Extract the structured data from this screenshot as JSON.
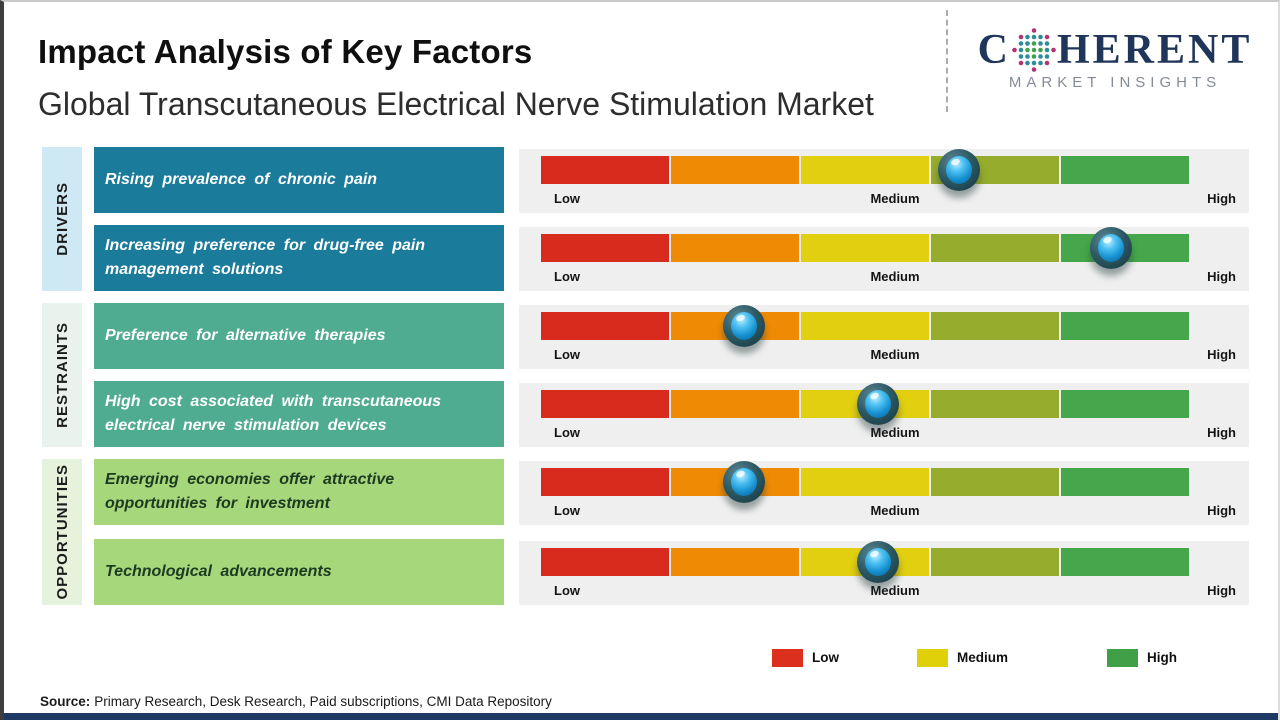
{
  "page": {
    "title": "Impact Analysis of Key Factors",
    "subtitle": "Global Transcutaneous Electrical Nerve Stimulation Market",
    "source_label": "Source:",
    "source_text": "Primary Research, Desk Research, Paid subscriptions, CMI Data Repository"
  },
  "logo": {
    "name": "Coherent Market Insights",
    "word_start": "C",
    "word_end": "HERENT",
    "tagline": "MARKET INSIGHTS",
    "navy": "#20355a",
    "tagline_color": "#858b97",
    "globe_colors": {
      "inner": "#41a14e",
      "mid": "#2e8b98",
      "outer": "#b13471"
    }
  },
  "scale": {
    "low": "Low",
    "medium": "Medium",
    "high": "High"
  },
  "bar": {
    "segment_colors": [
      "#d92b1d",
      "#ef8a04",
      "#e1cf10",
      "#96ac2c",
      "#45a64b"
    ],
    "track_bg": "#efefef"
  },
  "groups": [
    {
      "label": "DRIVERS",
      "bg": "#cfe9f4"
    },
    {
      "label": "RESTRAINTS",
      "bg": "#e9f2ec"
    },
    {
      "label": "OPPORTUNITIES",
      "bg": "#e6f2db"
    }
  ],
  "rows": [
    {
      "group": "DRIVERS",
      "factor": "Rising prevalence of chronic pain",
      "box_bg": "#1a7b9b",
      "text_color": "#ffffff",
      "position_pct": 64.5
    },
    {
      "group": "DRIVERS",
      "factor": "Increasing preference for drug-free pain management solutions",
      "box_bg": "#1a7b9b",
      "text_color": "#ffffff",
      "position_pct": 88
    },
    {
      "group": "RESTRAINTS",
      "factor": "Preference for alternative therapies",
      "box_bg": "#50ac90",
      "text_color": "#ffffff",
      "position_pct": 31.3
    },
    {
      "group": "RESTRAINTS",
      "factor": "High cost associated with transcutaneous electrical nerve stimulation devices",
      "box_bg": "#50ac90",
      "text_color": "#ffffff",
      "position_pct": 52
    },
    {
      "group": "OPPORTUNITIES",
      "factor": "Emerging economies offer attractive opportunities for investment",
      "box_bg": "#a7d77b",
      "text_color": "#1d3a22",
      "position_pct": 31.3
    },
    {
      "group": "OPPORTUNITIES",
      "factor": "Technological advancements",
      "box_bg": "#a7d77b",
      "text_color": "#1d3a22",
      "position_pct": 52
    }
  ],
  "legend": [
    {
      "label": "Low",
      "color": "#dc2f1e"
    },
    {
      "label": "Medium",
      "color": "#e0d009"
    },
    {
      "label": "High",
      "color": "#3fa048"
    }
  ],
  "chart_data": {
    "type": "bar",
    "title": "Impact Analysis of Key Factors",
    "subtitle": "Global Transcutaneous Electrical Nerve Stimulation Market",
    "scale_labels": [
      "Low",
      "Medium",
      "High"
    ],
    "scale_range_pct": [
      0,
      100
    ],
    "categories": [
      "Rising prevalence of chronic pain",
      "Increasing preference for drug-free pain management solutions",
      "Preference for alternative therapies",
      "High cost associated with transcutaneous electrical nerve stimulation devices",
      "Emerging economies offer attractive opportunities for investment",
      "Technological advancements"
    ],
    "category_groups": [
      "DRIVERS",
      "DRIVERS",
      "RESTRAINTS",
      "RESTRAINTS",
      "OPPORTUNITIES",
      "OPPORTUNITIES"
    ],
    "values_pct_of_scale": [
      64.5,
      88,
      31.3,
      52,
      31.3,
      52
    ],
    "approx_levels": [
      "Medium-High",
      "High",
      "Low-Medium",
      "Medium",
      "Low-Medium",
      "Medium"
    ],
    "legend": [
      "Low",
      "Medium",
      "High"
    ],
    "legend_position": "bottom-right",
    "source": "Primary Research, Desk Research, Paid subscriptions, CMI Data Repository"
  }
}
